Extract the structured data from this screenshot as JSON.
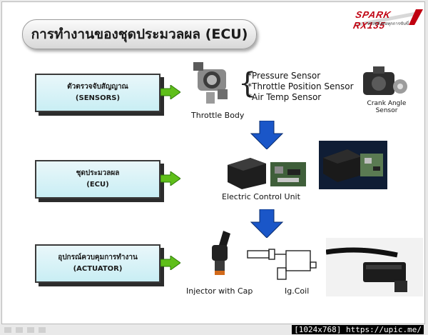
{
  "slide": {
    "title": "การทำงานของชุดประมวลผล (ECU)",
    "logo": {
      "brand": "SPARK RX135",
      "tagline": "ทรงพลังต่อทุกการขับขี่"
    },
    "rows": [
      {
        "label_th": "ตัวตรวจจับสัญญาณ",
        "label_en": "(SENSORS)"
      },
      {
        "label_th": "ชุดประมวลผล",
        "label_en": "(ECU)"
      },
      {
        "label_th": "อุปกรณ์ควบคุมการทำงาน",
        "label_en": "(ACTUATOR)"
      }
    ],
    "sensors": {
      "throttle_label": "Throttle Body",
      "list": [
        "*Pressure Sensor",
        "*Throttle Position Sensor",
        "*Air Temp Sensor"
      ],
      "crank_label": "Crank Angle Sensor"
    },
    "ecu": {
      "label": "Electric Control Unit"
    },
    "actuator": {
      "injector_label": "Injector with Cap",
      "coil_label": "Ig.Coil"
    }
  },
  "status_bar": {
    "text": "[1024x768] https://upic.me/"
  },
  "colors": {
    "box_fill": "#c9eef4",
    "arrow_green": "#5fbf1a",
    "arrow_blue": "#1a56c8",
    "logo_red": "#c00010"
  }
}
